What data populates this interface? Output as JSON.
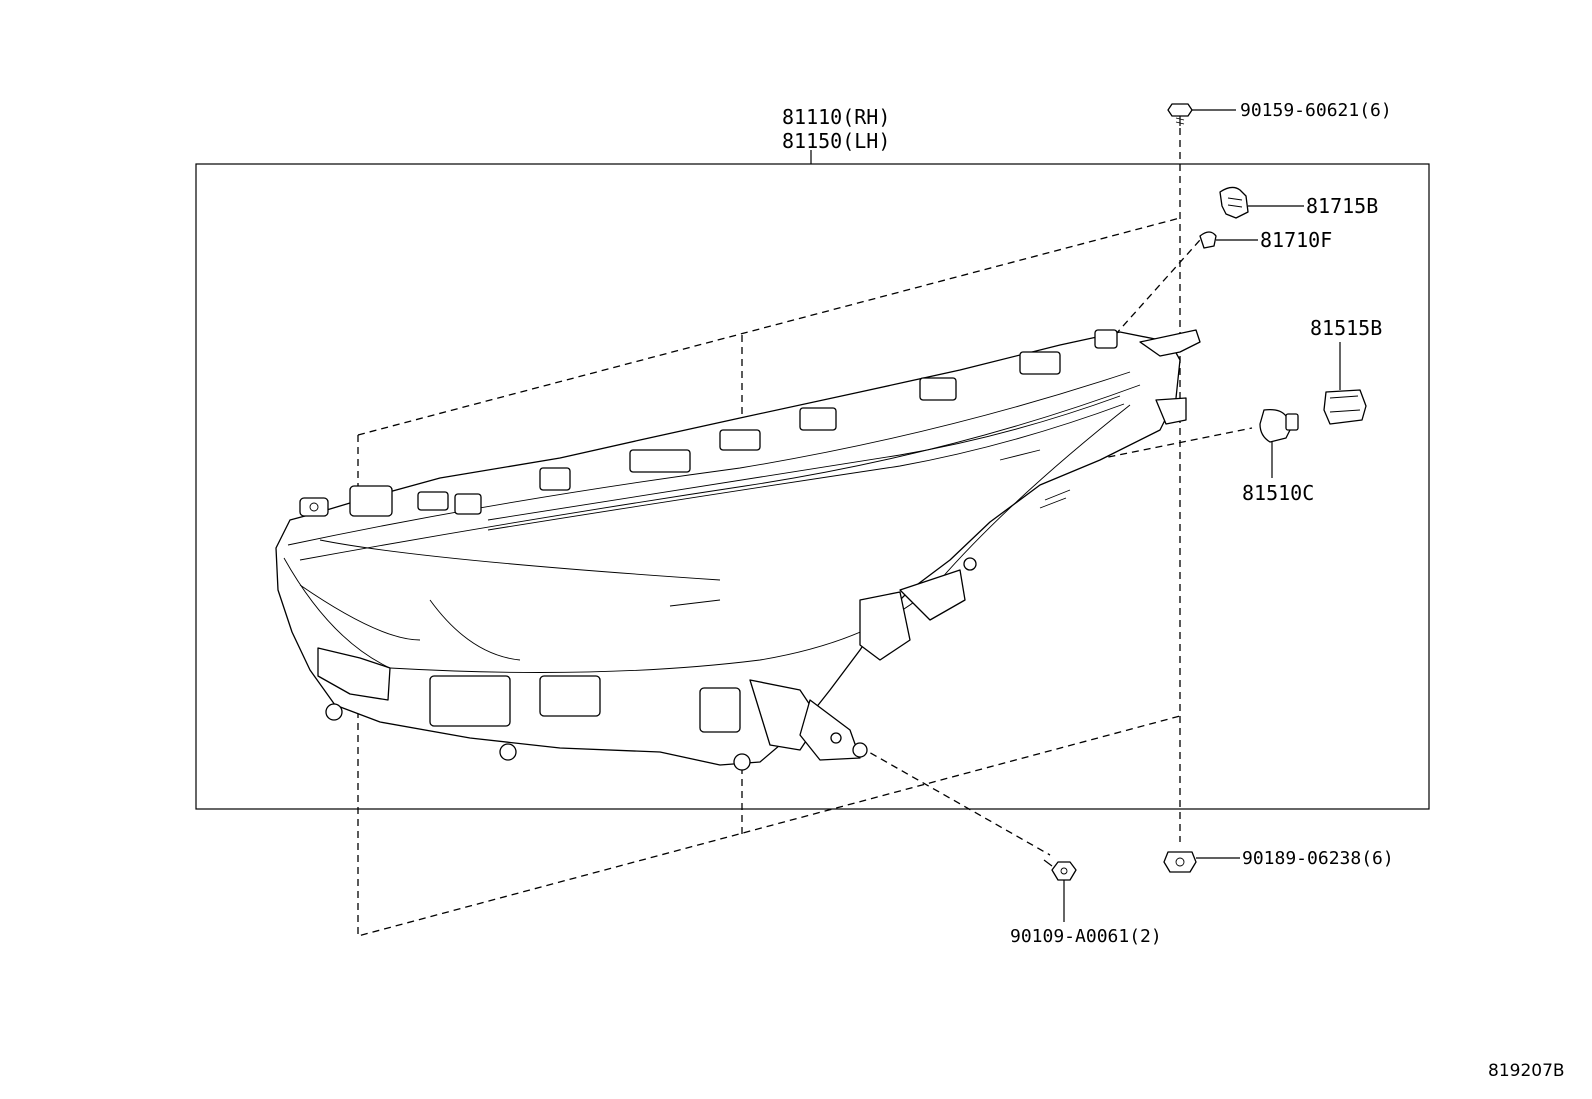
{
  "parts": {
    "headlamp_rh": "81110(RH)",
    "headlamp_lh": "81150(LH)",
    "screw_top": "90159-60621(6)",
    "bulb_81715b": "81715B",
    "bulb_81710f": "81710F",
    "socket_81515b": "81515B",
    "bulb_81510c": "81510C",
    "nut_bottom": "90189-06238(6)",
    "bolt_bottom": "90109-A0061(2)"
  },
  "diagram_ref": "819207B"
}
